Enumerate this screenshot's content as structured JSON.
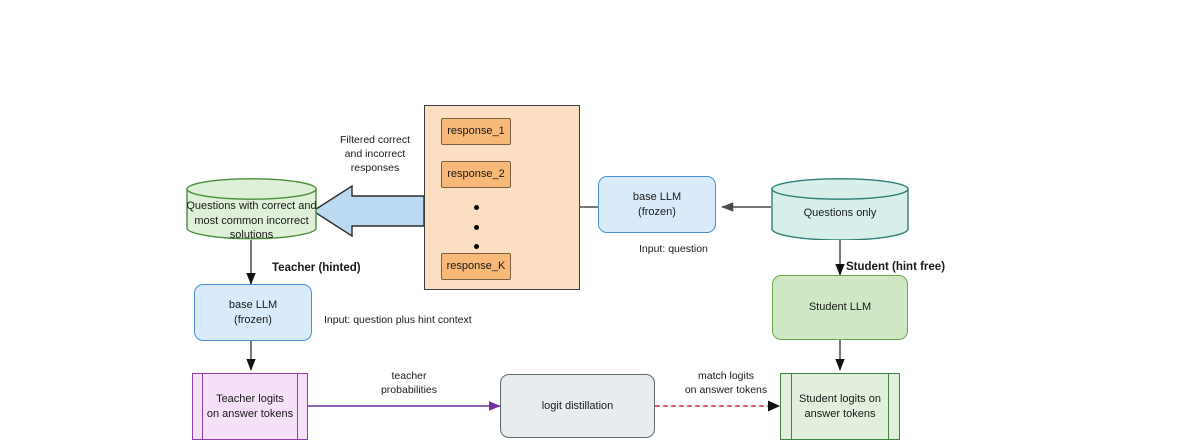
{
  "diagram": {
    "title": "Teacher-student logit distillation pipeline",
    "colors": {
      "blue_fill": "#d9ebfb",
      "blue_stroke": "#4a90d9",
      "green_fill": "#cfe7c4",
      "green_stroke": "#6aa84f",
      "orange_container_fill": "#fcdfc2",
      "orange_item_fill": "#f8b877",
      "purple_fill": "#f4e0f7",
      "purple_stroke": "#8e3fad",
      "teal_fill": "#d8eeea",
      "teal_stroke": "#2e8076",
      "db_green_fill": "#dff0d8",
      "db_green_stroke": "#4a8f3c",
      "gray_fill": "#e8ecee",
      "arrow_gray": "#5a5a5a",
      "arrow_purple": "#7030a0",
      "arrow_red": "#d32f2f",
      "big_arrow_fill": "#bcd9f2"
    },
    "nodes": {
      "questions_corpus": {
        "label": "Questions with correct and most common incorrect solutions",
        "shape": "cylinder"
      },
      "questions_only": {
        "label": "Questions only",
        "shape": "cylinder"
      },
      "base_llm_right": {
        "line1": "base LLM",
        "line2": "(frozen)"
      },
      "base_llm_teacher": {
        "line1": "base LLM",
        "line2": "(frozen)"
      },
      "student_llm": {
        "label": "Student LLM"
      },
      "logit_distillation": {
        "label": "logit distillation"
      },
      "teacher_logits": {
        "line1": "Teacher logits",
        "line2": "on answer tokens"
      },
      "student_logits": {
        "line1": "Student logits on",
        "line2": "answer tokens"
      },
      "responses": {
        "items": [
          "response_1",
          "response_2",
          "response_K"
        ],
        "ellipsis_dot_count": 3
      }
    },
    "labels": {
      "filtered_responses": "Filtered correct\nand incorrect\nresponses",
      "input_question": "Input: question",
      "input_question_hint": "Input: question plus hint context",
      "teacher_hinted": "Teacher (hinted)",
      "student_hint_free": "Student (hint free)",
      "teacher_probabilities": "teacher\nprobabilities",
      "match_logits": "match logits\non answer tokens"
    }
  }
}
